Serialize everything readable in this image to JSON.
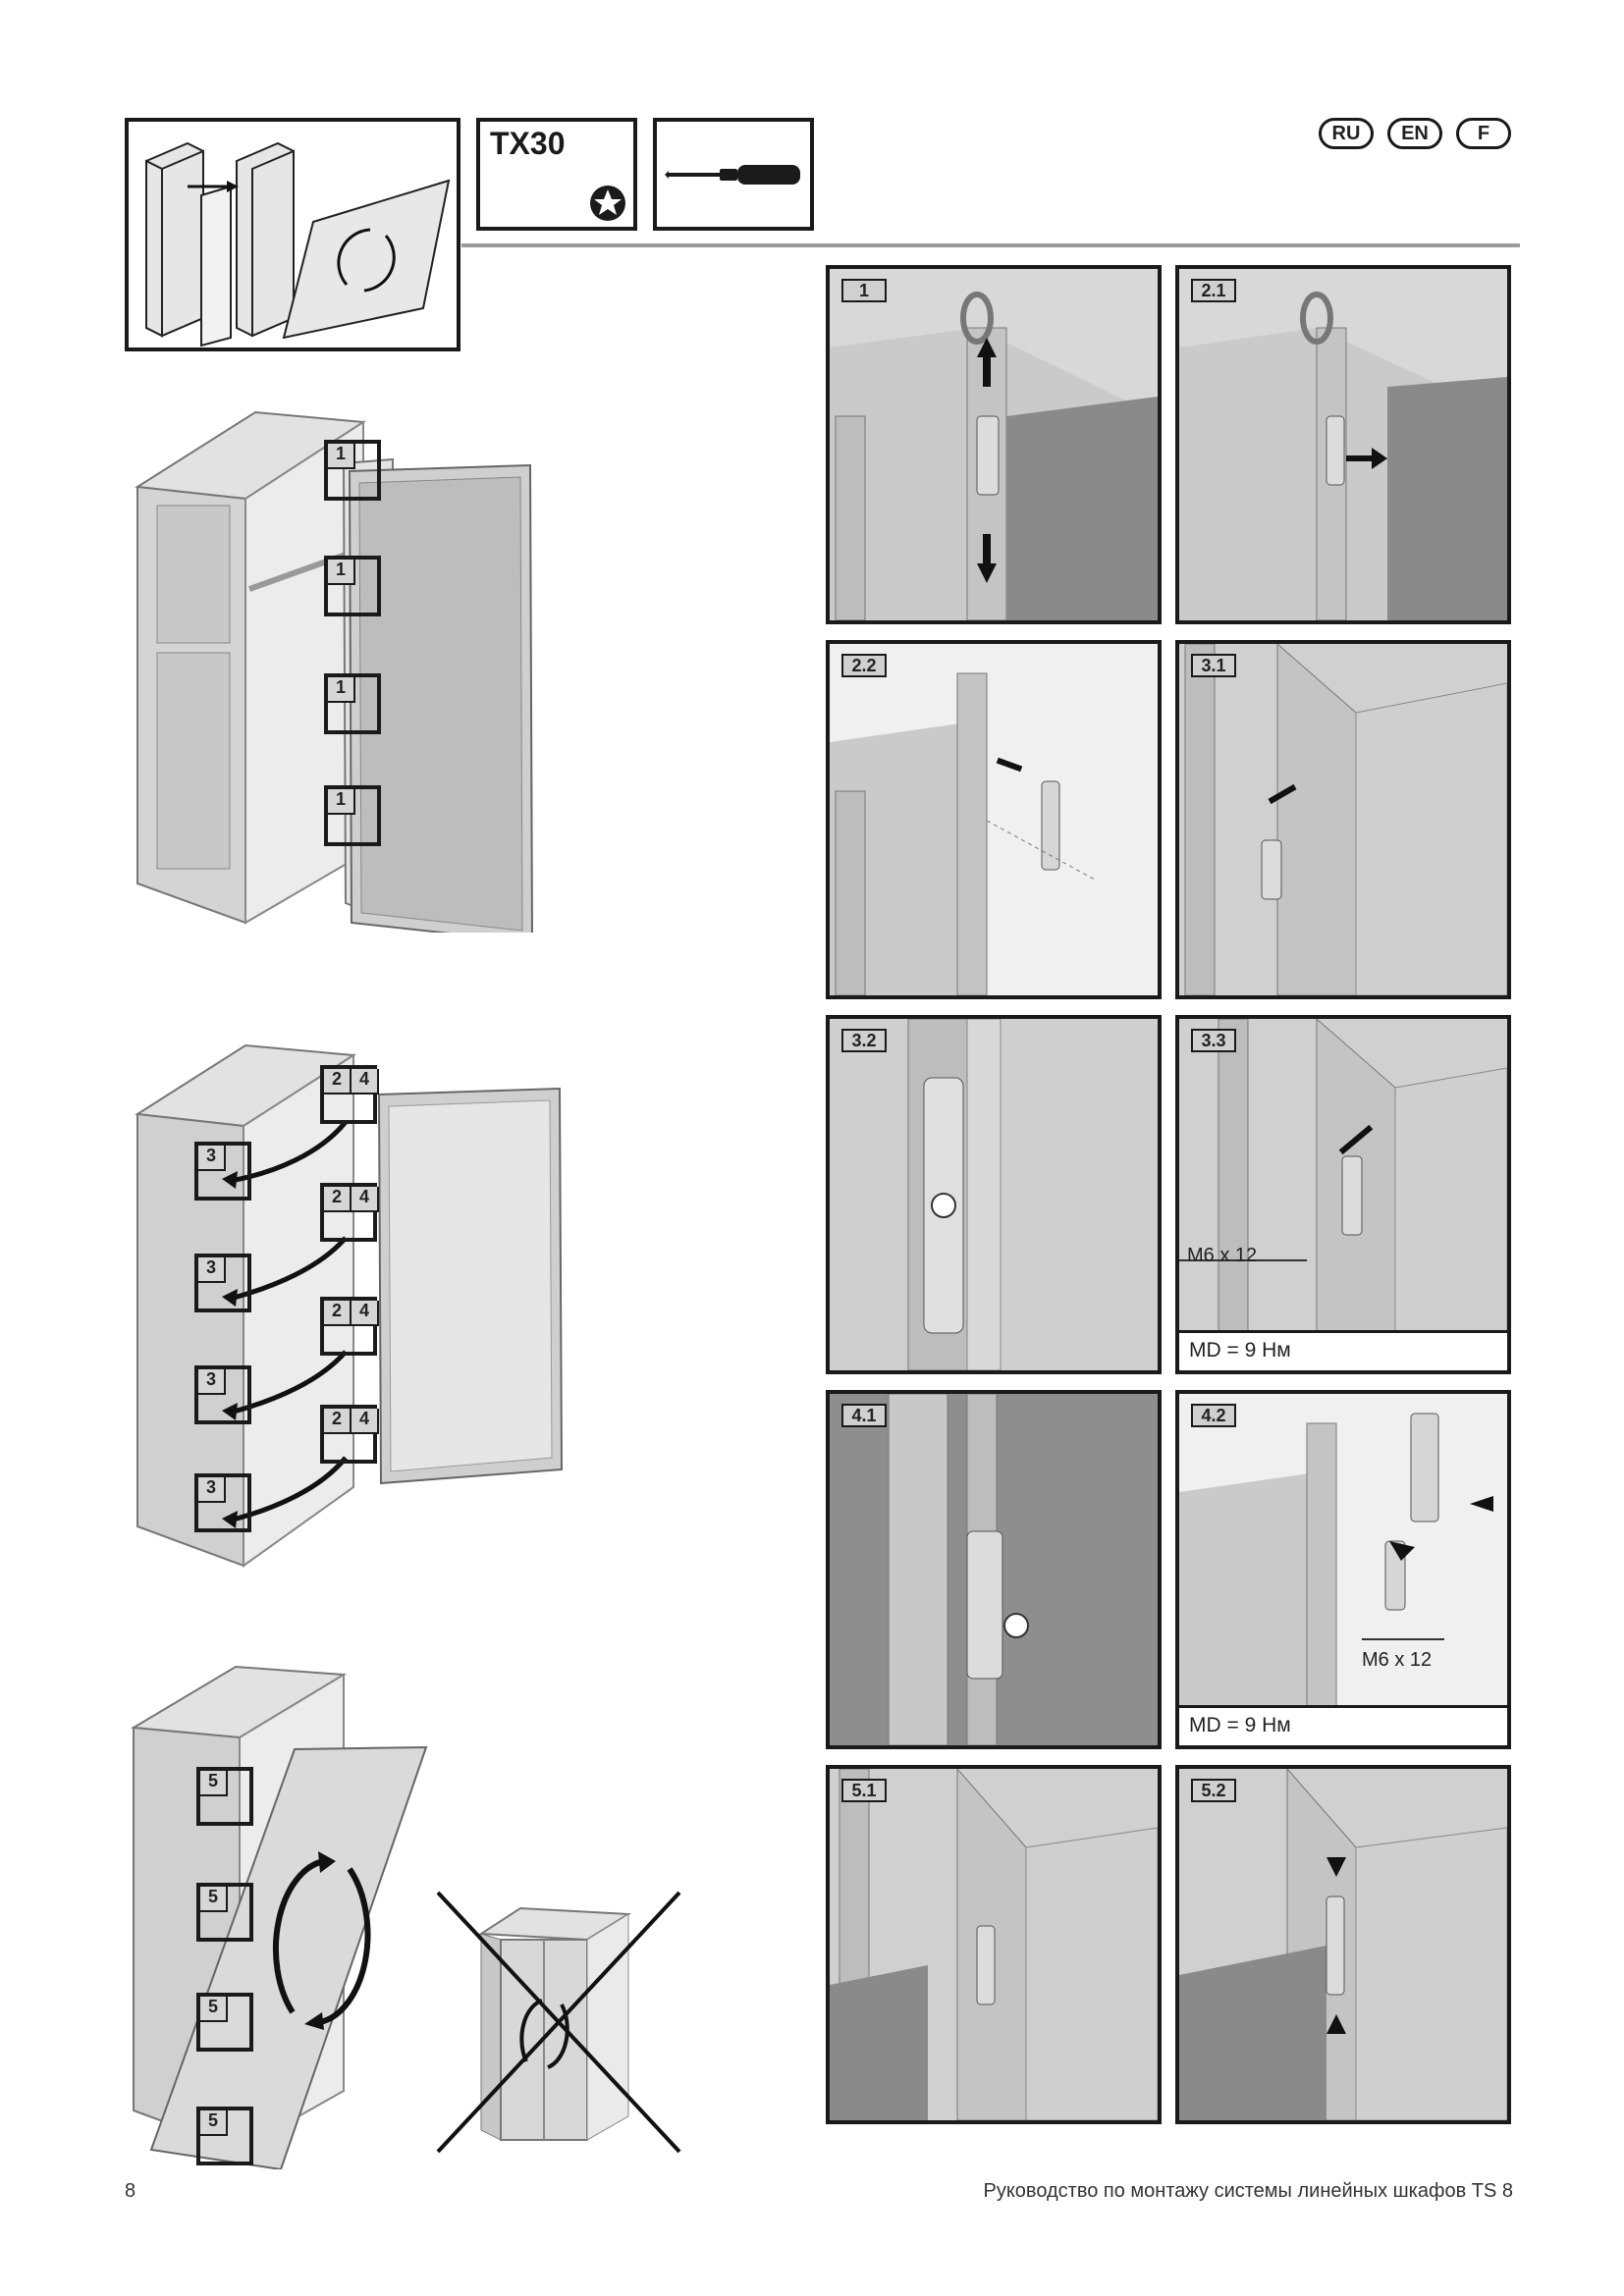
{
  "header": {
    "tool_bit": "TX30",
    "languages": [
      "RU",
      "EN",
      "F"
    ]
  },
  "overview_labels": {
    "hinge_tag": "1",
    "hinge_tag_pair": [
      "2",
      "4"
    ],
    "bracket_tag": "3",
    "rehang_tag": "5"
  },
  "panels": [
    {
      "label": "1"
    },
    {
      "label": "2.1"
    },
    {
      "label": "2.2"
    },
    {
      "label": "3.1"
    },
    {
      "label": "3.2"
    },
    {
      "label": "3.3",
      "callout": "M6 x 12",
      "torque": "MD = 9 Нм"
    },
    {
      "label": "4.1"
    },
    {
      "label": "4.2",
      "callout": "M6 x 12",
      "torque": "MD = 9 Нм"
    },
    {
      "label": "5.1"
    },
    {
      "label": "5.2"
    }
  ],
  "footer": {
    "page_number": "8",
    "title": "Руководство по монтажу системы линейных шкафов TS 8"
  },
  "colors": {
    "frame": "#1a1a1a",
    "panel_bg": "#d8d8d8",
    "dark_metal": "#7a7a7a",
    "rule": "#9a9a9a"
  }
}
